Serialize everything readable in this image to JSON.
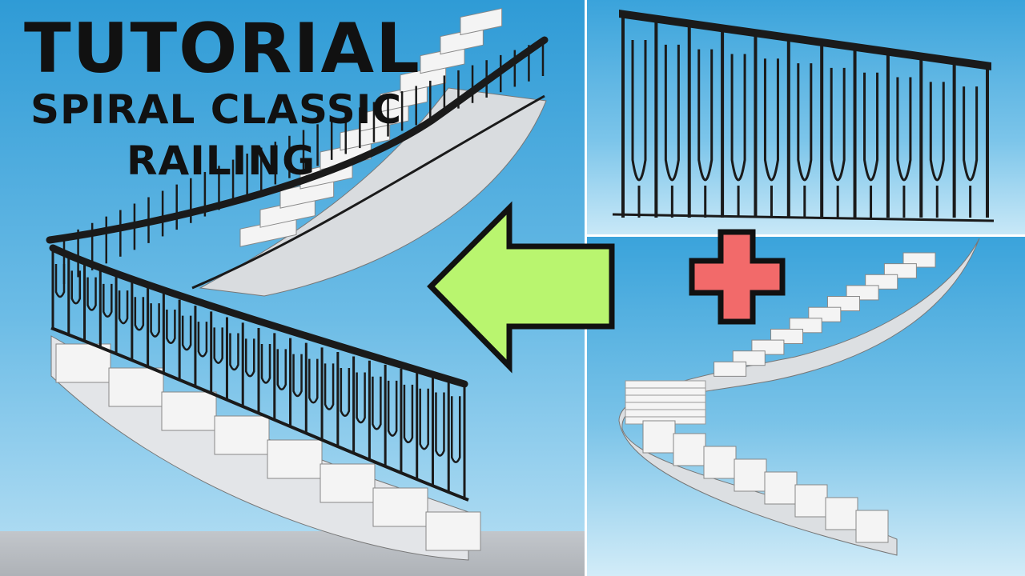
{
  "title": {
    "main": "TUTORIAL",
    "line2": "SPIRAL CLASSIC",
    "line3": "RAILING"
  },
  "icons": {
    "arrow": "left-arrow-icon",
    "plus": "plus-icon"
  },
  "colors": {
    "arrow_fill": "#b9f56f",
    "plus_fill": "#f26a6a",
    "outline": "#111111",
    "sky_top": "#2f9bd6",
    "sky_bottom": "#b8e0f4",
    "railing": "#1a1a1a",
    "stair": "#f4f4f4"
  }
}
